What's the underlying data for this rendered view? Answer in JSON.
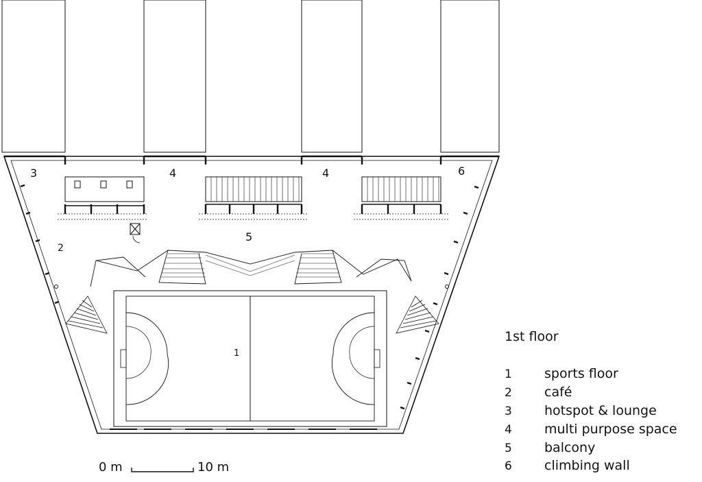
{
  "plan": {
    "labels": {
      "r3": "3",
      "r4a": "4",
      "r4b": "4",
      "r6": "6",
      "r2": "2",
      "r5": "5",
      "r1": "1"
    }
  },
  "legend": {
    "title": "1st floor",
    "items": [
      {
        "num": "1",
        "text": "sports floor"
      },
      {
        "num": "2",
        "text": "café"
      },
      {
        "num": "3",
        "text": "hotspot & lounge"
      },
      {
        "num": "4",
        "text": "multi purpose space"
      },
      {
        "num": "5",
        "text": "balcony"
      },
      {
        "num": "6",
        "text": "climbing wall"
      }
    ]
  },
  "scale": {
    "start": "0 m",
    "end": "10 m"
  },
  "colors": {
    "line": "#111111",
    "background": "#ffffff"
  }
}
